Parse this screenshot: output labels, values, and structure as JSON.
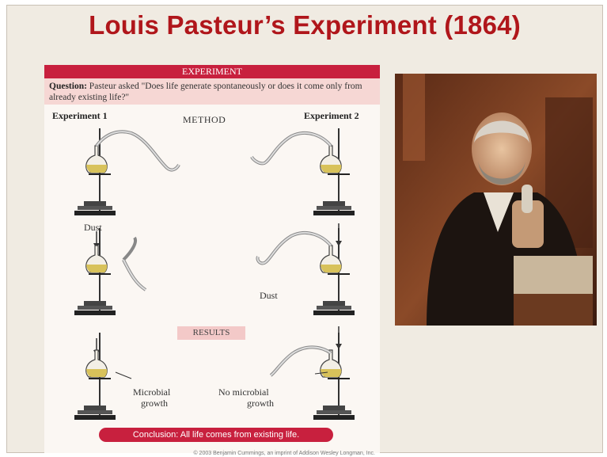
{
  "slide": {
    "title": "Louis Pasteur’s Experiment (1864)"
  },
  "diagram": {
    "header": "EXPERIMENT",
    "question_label": "Question:",
    "question_text": "Pasteur asked \"Does life generate spontaneously or does it come only from already existing life?\"",
    "experiment1_label": "Experiment 1",
    "experiment2_label": "Experiment 2",
    "method_label": "METHOD",
    "results_label": "RESULTS",
    "dust_label_1": "Dust",
    "dust_label_2": "Dust",
    "microbial_growth_line1": "Microbial",
    "microbial_growth_line2": "growth",
    "no_growth_line1": "No microbial",
    "no_growth_line2": "growth",
    "conclusion": "Conclusion: All life comes from existing life.",
    "copyright": "© 2003 Benjamin Cummings, an imprint of Addison Wesley Longman, Inc."
  },
  "portrait": {
    "subject": "Louis Pasteur portrait"
  }
}
